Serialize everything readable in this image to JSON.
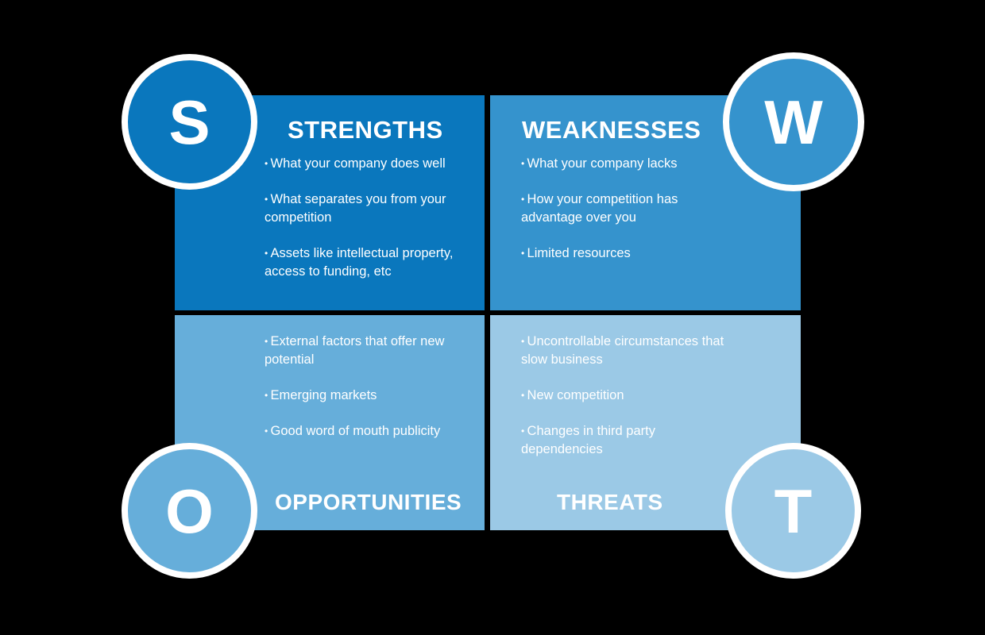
{
  "colors": {
    "background": "#000000",
    "strengths": "#0A77BD",
    "weaknesses": "#3593CD",
    "opportunities": "#66AEDA",
    "threats": "#9BC9E6",
    "text": "#FFFFFF"
  },
  "quadrants": {
    "strengths": {
      "letter": "S",
      "title": "STRENGTHS",
      "items": [
        "What your company does well",
        "What separates you from your competition",
        "Assets like intellectual property, access to funding, etc"
      ]
    },
    "weaknesses": {
      "letter": "W",
      "title": "WEAKNESSES",
      "items": [
        "What your company lacks",
        "How your competition has advantage over you",
        "Limited resources"
      ]
    },
    "opportunities": {
      "letter": "O",
      "title": "OPPORTUNITIES",
      "items": [
        "External factors that offer new potential",
        "Emerging markets",
        "Good word of mouth publicity"
      ]
    },
    "threats": {
      "letter": "T",
      "title": "THREATS",
      "items": [
        "Uncontrollable circumstances that slow business",
        "New competition",
        "Changes in third party dependencies"
      ]
    }
  }
}
